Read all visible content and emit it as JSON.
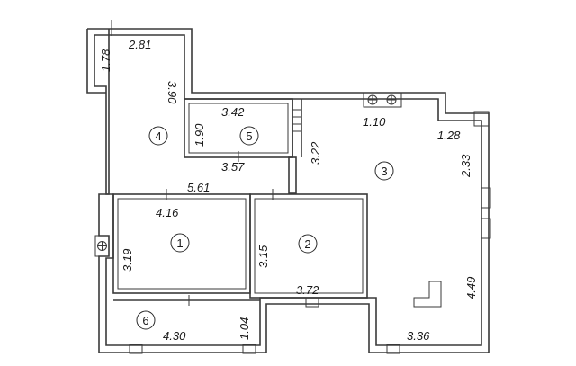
{
  "rooms": [
    {
      "id": "1",
      "number": "1"
    },
    {
      "id": "2",
      "number": "2"
    },
    {
      "id": "3",
      "number": "3"
    },
    {
      "id": "4",
      "number": "4"
    },
    {
      "id": "5",
      "number": "5"
    },
    {
      "id": "6",
      "number": "6"
    }
  ],
  "dimensions": {
    "top_left_width": "2.81",
    "top_left_height": "1.78",
    "room4_side": "3.90",
    "room5_top": "3.42",
    "room5_side": "1.90",
    "room5_bottom": "3.57",
    "corridor_side": "3.22",
    "window_top": "1.10",
    "room3_top_right": "1.28",
    "room3_right_upper": "2.33",
    "room3_right_lower": "4.49",
    "room3_bottom": "3.36",
    "hall_width": "5.61",
    "room1_top": "4.16",
    "room1_side": "3.19",
    "room2_side": "3.15",
    "room2_bottom": "3.72",
    "room6_width": "4.30",
    "room6_height": "1.04"
  }
}
